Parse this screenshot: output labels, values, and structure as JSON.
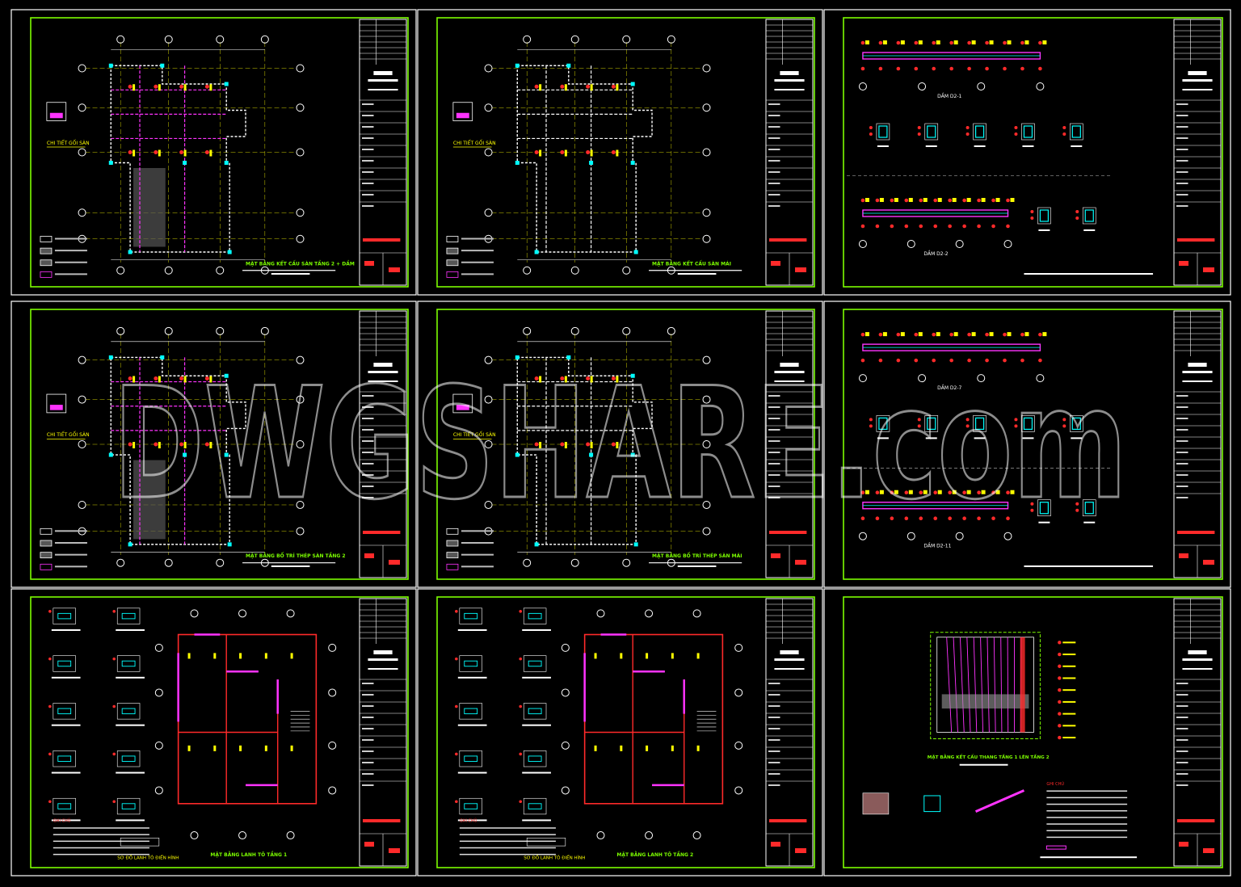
{
  "viewer": {
    "watermark": "DWGSHARE.com",
    "colors": {
      "background": "#000000",
      "border_white": "#ffffff",
      "border_green": "#7cfc00",
      "beam_magenta": "#ff33ff",
      "axis_yellow": "#ffff00",
      "dim_cyan": "#00ffff",
      "wall_red": "#ff2a2a",
      "frame_dash": "#bfbfbf"
    }
  },
  "sheets": [
    {
      "id": "s1",
      "kind": "plan",
      "caption": "MẶT BẰNG KẾT CẤU SÀN TẦNG 2 + DẦM",
      "side": "CHI TIẾT GỐI SÀN",
      "variant": "hatched"
    },
    {
      "id": "s2",
      "kind": "plan",
      "caption": "MẶT BẰNG KẾT CẤU SÀN MÁI",
      "side": "CHI TIẾT GỐI SÀN",
      "variant": "plain"
    },
    {
      "id": "s3",
      "kind": "beam",
      "caption": "DẦM D2-1",
      "side": "DẦM D2-2",
      "variant": "beam"
    },
    {
      "id": "s4",
      "kind": "plan",
      "caption": "MẶT BẰNG BỐ TRÍ THÉP SÀN TẦNG 2",
      "side": "CHI TIẾT GỐI SÀN",
      "variant": "hatched"
    },
    {
      "id": "s5",
      "kind": "plan",
      "caption": "MẶT BẰNG BỐ TRÍ THÉP SÀN MÁI",
      "side": "CHI TIẾT GỐI SÀN",
      "variant": "plain"
    },
    {
      "id": "s6",
      "kind": "beam",
      "caption": "DẦM D2-7",
      "side": "DẦM D2-11",
      "variant": "beam"
    },
    {
      "id": "s7",
      "kind": "lintel",
      "caption": "MẶT BẰNG LANH TÔ TẦNG 1",
      "side": "SƠ ĐỒ LANH TÔ ĐIỂN HÌNH",
      "variant": "lintel"
    },
    {
      "id": "s8",
      "kind": "lintel",
      "caption": "MẶT BẰNG LANH TÔ TẦNG 2",
      "side": "SƠ ĐỒ LANH TÔ ĐIỂN HÌNH",
      "variant": "lintel"
    },
    {
      "id": "s9",
      "kind": "stair",
      "caption": "MẶT BẰNG KẾT CẤU THANG TẦNG 1 LÊN TẦNG 2",
      "side": "GHI CHÚ",
      "variant": "stair"
    }
  ]
}
